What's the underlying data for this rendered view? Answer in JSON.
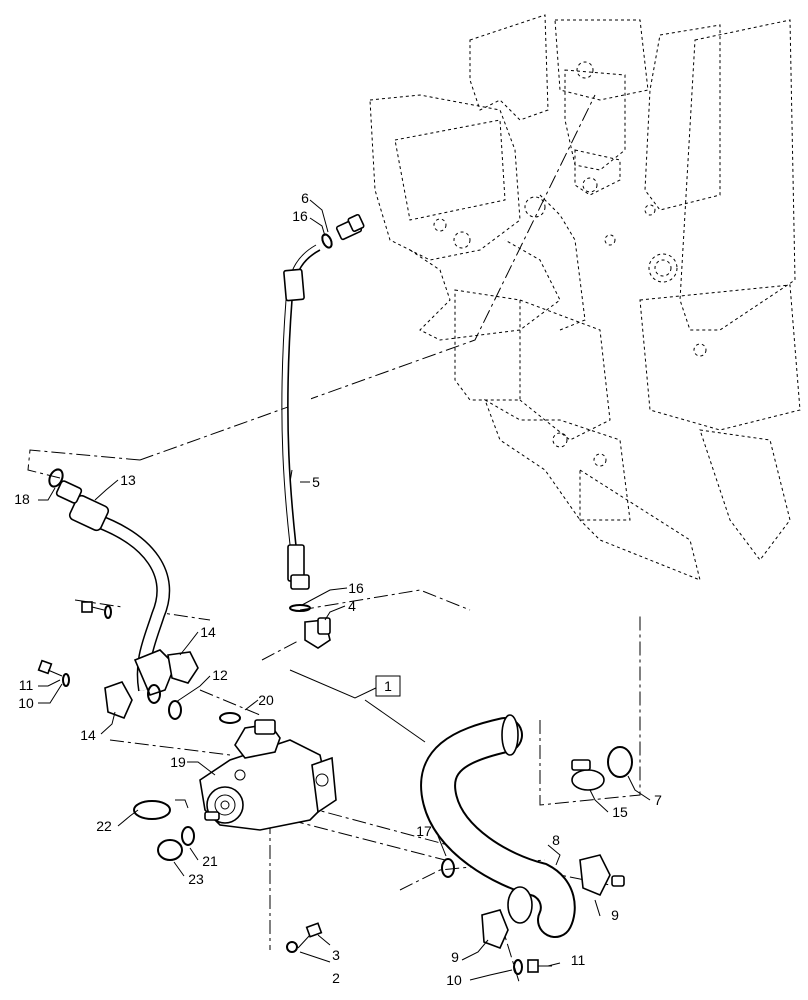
{
  "diagram": {
    "callouts": [
      "1",
      "2",
      "3",
      "4",
      "5",
      "6",
      "7",
      "8",
      "9",
      "9",
      "10",
      "10",
      "11",
      "11",
      "12",
      "13",
      "14",
      "14",
      "15",
      "16",
      "16",
      "17",
      "18",
      "19",
      "20",
      "21",
      "22",
      "23"
    ],
    "labels": {
      "c1": "1",
      "c2": "2",
      "c3": "3",
      "c4": "4",
      "c5": "5",
      "c6": "6",
      "c7": "7",
      "c8": "8",
      "c9a": "9",
      "c9b": "9",
      "c10a": "10",
      "c10b": "10",
      "c11a": "11",
      "c11b": "11",
      "c12": "12",
      "c13": "13",
      "c14a": "14",
      "c14b": "14",
      "c15": "15",
      "c16a": "16",
      "c16b": "16",
      "c17": "17",
      "c18": "18",
      "c19": "19",
      "c20": "20",
      "c21": "21",
      "c22": "22",
      "c23": "23"
    }
  }
}
